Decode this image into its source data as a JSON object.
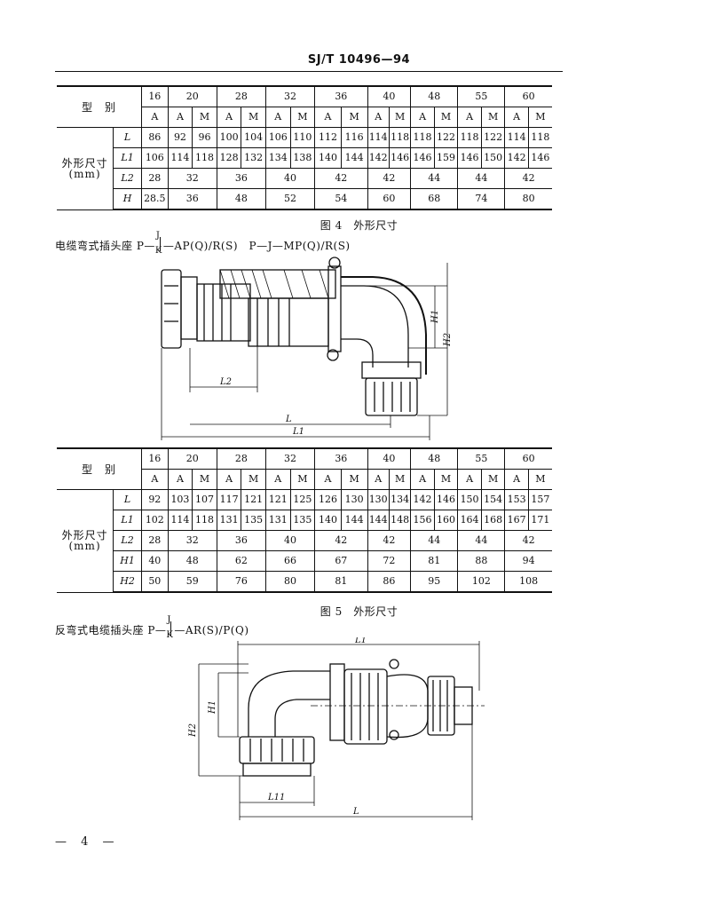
{
  "header": {
    "standard": "SJ/T 10496—94"
  },
  "table1": {
    "type_label": "型　别",
    "dim_label_line1": "外形尺寸",
    "dim_label_line2": "(mm)",
    "sizes": [
      "16",
      "20",
      "28",
      "32",
      "36",
      "40",
      "48",
      "55",
      "60"
    ],
    "subtypes": [
      "A",
      "A",
      "M",
      "A",
      "M",
      "A",
      "M",
      "A",
      "M",
      "A",
      "M",
      "A",
      "M",
      "A",
      "M",
      "A",
      "M"
    ],
    "rows": [
      {
        "sym": "L",
        "cells": [
          "86",
          "92",
          "96",
          "100",
          "104",
          "106",
          "110",
          "112",
          "116",
          "114",
          "118",
          "118",
          "122",
          "118",
          "122",
          "114",
          "118"
        ]
      },
      {
        "sym": "L1",
        "cells": [
          "106",
          "114",
          "118",
          "128",
          "132",
          "134",
          "138",
          "140",
          "144",
          "142",
          "146",
          "146",
          "159",
          "146",
          "150",
          "142",
          "146"
        ]
      },
      {
        "sym": "L2",
        "cells": [
          "28",
          "32",
          "36",
          "40",
          "42",
          "42",
          "44",
          "44",
          "42"
        ]
      },
      {
        "sym": "H",
        "cells": [
          "28.5",
          "36",
          "48",
          "52",
          "54",
          "60",
          "68",
          "74",
          "80"
        ]
      }
    ]
  },
  "caption1": "图 4　外形尺寸",
  "title2": {
    "prefix": "电缆弯式插头座 P—",
    "sup": "J",
    "sub": "K",
    "suffix": "—AP(Q)/R(S)　P—J—MP(Q)/R(S)"
  },
  "figure2": {
    "labels": [
      "H1",
      "H2",
      "L2",
      "L",
      "L1"
    ]
  },
  "table2": {
    "type_label": "型　别",
    "dim_label_line1": "外形尺寸",
    "dim_label_line2": "(mm)",
    "sizes": [
      "16",
      "20",
      "28",
      "32",
      "36",
      "40",
      "48",
      "55",
      "60"
    ],
    "subtypes": [
      "A",
      "A",
      "M",
      "A",
      "M",
      "A",
      "M",
      "A",
      "M",
      "A",
      "M",
      "A",
      "M",
      "A",
      "M",
      "A",
      "M"
    ],
    "rows": [
      {
        "sym": "L",
        "cells": [
          "92",
          "103",
          "107",
          "117",
          "121",
          "121",
          "125",
          "126",
          "130",
          "130",
          "134",
          "142",
          "146",
          "150",
          "154",
          "153",
          "157"
        ]
      },
      {
        "sym": "L1",
        "cells": [
          "102",
          "114",
          "118",
          "131",
          "135",
          "131",
          "135",
          "140",
          "144",
          "144",
          "148",
          "156",
          "160",
          "164",
          "168",
          "167",
          "171"
        ]
      },
      {
        "sym": "L2",
        "cells": [
          "28",
          "32",
          "36",
          "40",
          "42",
          "42",
          "44",
          "44",
          "42"
        ]
      },
      {
        "sym": "H1",
        "cells": [
          "40",
          "48",
          "62",
          "66",
          "67",
          "72",
          "81",
          "88",
          "94"
        ]
      },
      {
        "sym": "H2",
        "cells": [
          "50",
          "59",
          "76",
          "80",
          "81",
          "86",
          "95",
          "102",
          "108"
        ]
      }
    ]
  },
  "caption2": "图 5　外形尺寸",
  "title3": {
    "prefix": "反弯式电缆插头座 P—",
    "sup": "J",
    "sub": "K",
    "suffix": "—AR(S)/P(Q)"
  },
  "figure3": {
    "labels": [
      "L1",
      "H1",
      "H2",
      "L11",
      "L"
    ]
  },
  "footer": {
    "page": "— 4 —"
  }
}
